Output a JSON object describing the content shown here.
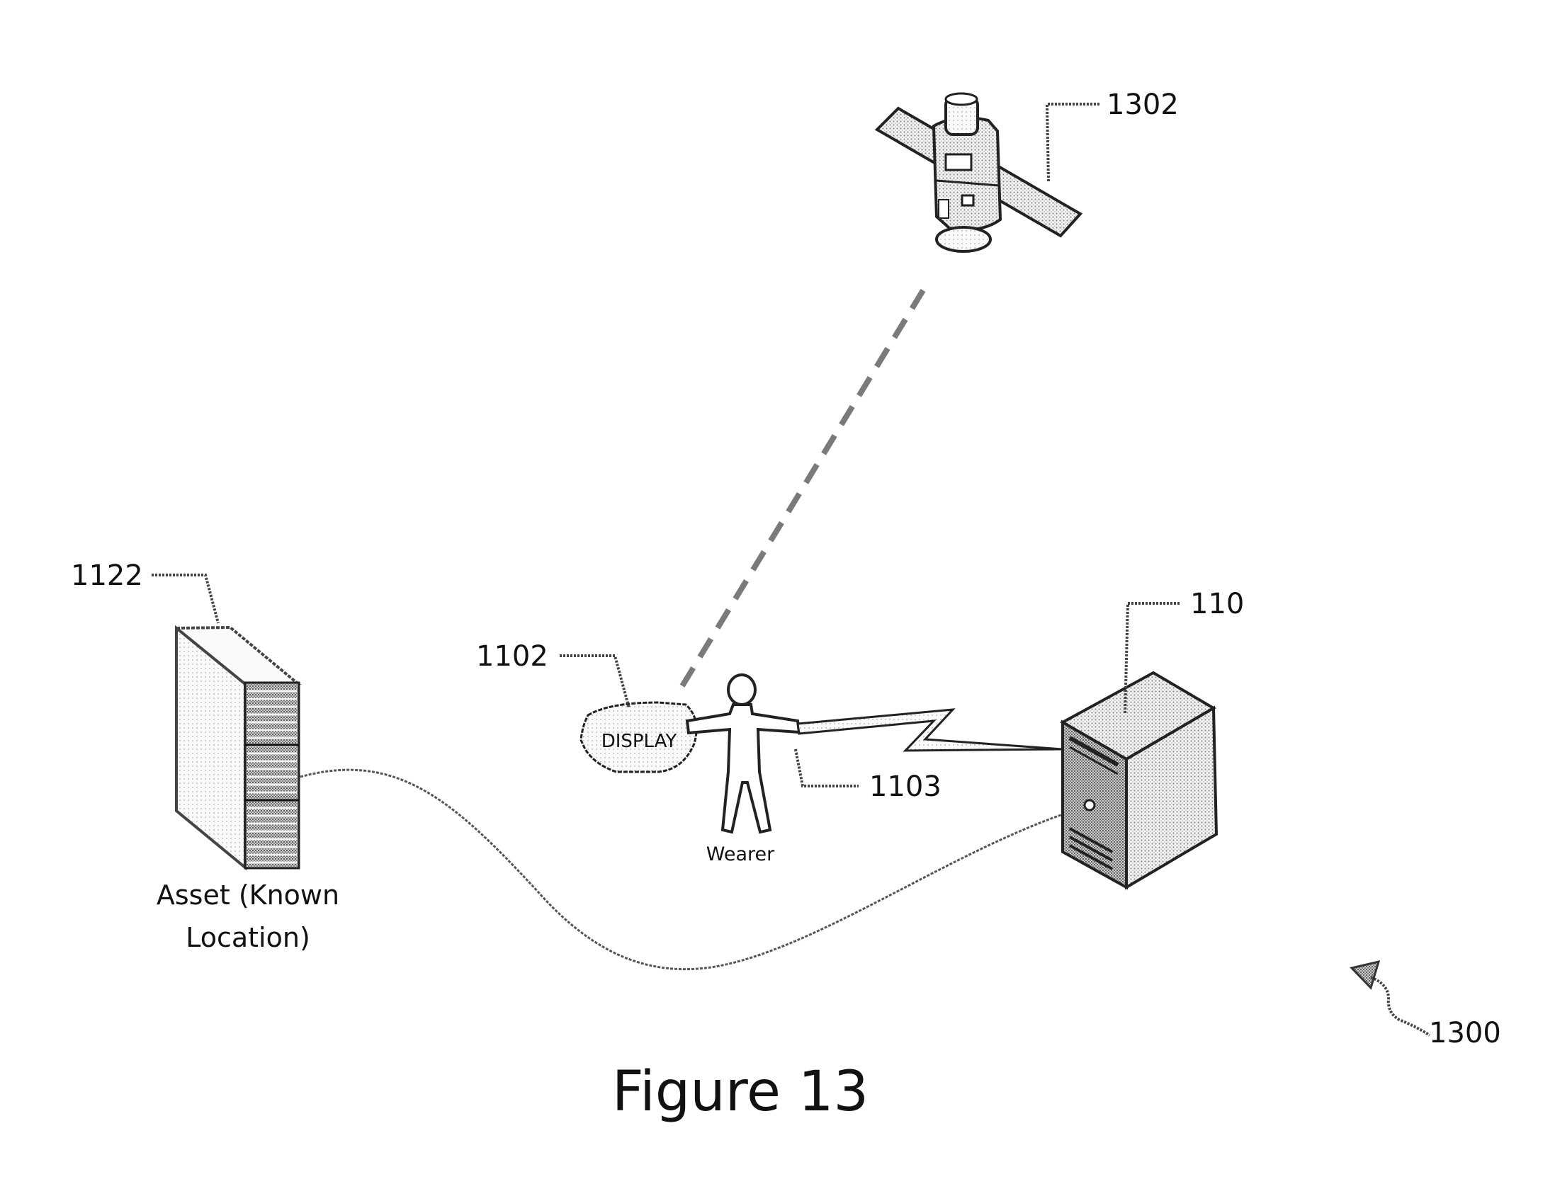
{
  "figure": {
    "caption": "Figure 13",
    "reference": "1300"
  },
  "satellite": {
    "reference": "1302"
  },
  "asset": {
    "reference": "1122",
    "label_line1": "Asset (Known",
    "label_line2": "Location)"
  },
  "display": {
    "reference": "1102",
    "text": "DISPLAY"
  },
  "wearer": {
    "reference": "1103",
    "label": "Wearer"
  },
  "server": {
    "reference": "110"
  },
  "colors": {
    "line": "#222222",
    "stipple": "#9a9a9a",
    "light_fill": "#e8e8e8"
  }
}
